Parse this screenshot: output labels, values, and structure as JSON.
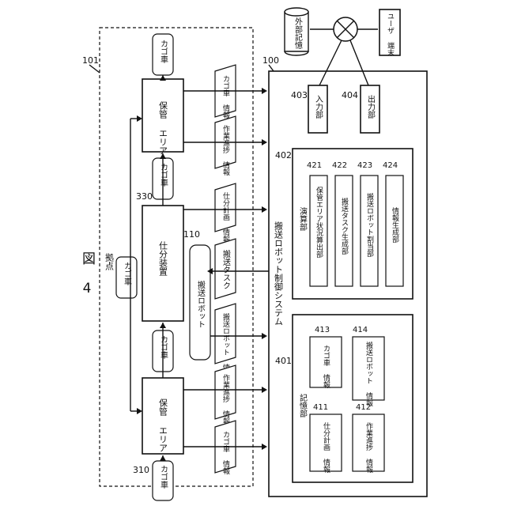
{
  "figure": {
    "title": "図 4"
  },
  "refs": {
    "site": "101",
    "system": "100",
    "cart_first": "310",
    "sorter": "330",
    "robot": "110",
    "compute": "402",
    "storage_unit": "401",
    "input": "403",
    "output": "404",
    "c421": "421",
    "c422": "422",
    "c423": "423",
    "c424": "424",
    "s411": "411",
    "s412": "412",
    "s413": "413",
    "s414": "414"
  },
  "labels": {
    "site": "拠点",
    "cart": "カゴ車",
    "storage_area": "保管 エリア",
    "sorter": "仕分装置",
    "robot": "搬送ロボット",
    "system": "搬送ロボット制御システム",
    "external_storage": "外部記憶",
    "user_terminal": "ユーザ 端末",
    "input": "入力部",
    "output": "出力部",
    "compute": "演算部",
    "storage_unit": "記憶部"
  },
  "info": {
    "cart_info": "カゴ車 情報",
    "progress_info": "作業進捗 情報",
    "sort_plan_info": "仕分計画 情報",
    "transport_task": "搬送タスク",
    "robot_info": "搬送ロボット 情報"
  },
  "compute_units": [
    "保管エリア状況算出部",
    "搬送タスク生成部",
    "搬送ロボット割当部",
    "情報生成部"
  ],
  "storage_items": [
    "仕分計画 情報",
    "作業進捗 情報",
    "カゴ車 情報",
    "搬送ロボット 情報"
  ]
}
